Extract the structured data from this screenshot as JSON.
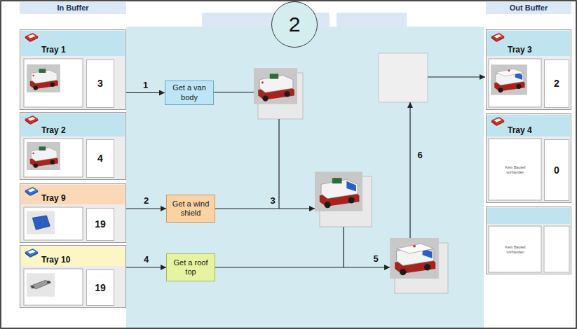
{
  "diagram": {
    "nodes": [
      {
        "text": [
          "In Buffer"
        ]
      },
      {
        "text": [
          "Tray 1"
        ]
      },
      {
        "text": [
          "3"
        ],
        "in": 1
      },
      {
        "text": [
          "Tray 2"
        ]
      },
      {
        "text": [
          "4"
        ],
        "in": 3
      },
      {
        "text": [
          "Tray 9"
        ]
      },
      {
        "text": [
          "19"
        ],
        "in": 5
      },
      {
        "text": [
          "Tray 10"
        ]
      },
      {
        "text": [
          "19"
        ],
        "in": 7
      },
      {
        "text": [
          "2"
        ]
      },
      {
        "text": [
          "Get a van body"
        ]
      },
      {
        "text": [
          "Get a wind shield"
        ]
      },
      {
        "text": [
          "Get a roof top"
        ]
      },
      {
        "text": [
          "Out Buffer"
        ]
      },
      {
        "text": [
          "Tray 3"
        ]
      },
      {
        "text": [
          "2"
        ],
        "in": 14
      },
      {
        "text": [
          "Tray 4",
          "Kein Bauteil vorhanden"
        ]
      },
      {
        "text": [
          "0"
        ],
        "in": 16
      },
      {
        "text": [
          "Kein Bauteil vorhanden"
        ]
      }
    ],
    "edges": [
      {
        "from": 1,
        "to": 10,
        "arrow": "to",
        "label": "1"
      },
      {
        "from": 5,
        "to": 11,
        "arrow": "to",
        "label": "2"
      },
      {
        "from": 7,
        "to": 12,
        "arrow": "to",
        "label": "4"
      }
    ],
    "labels": [
      "3",
      "5",
      "6"
    ]
  }
}
